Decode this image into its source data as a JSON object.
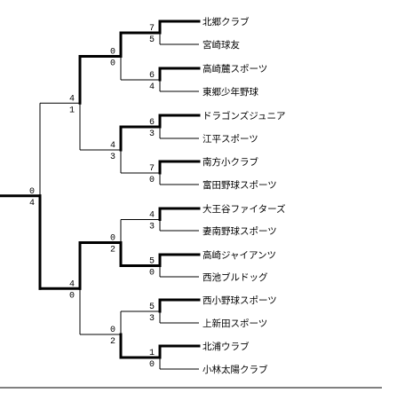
{
  "teams": [
    "北郷クラブ",
    "宮崎球友",
    "高崎麓スポーツ",
    "東郷少年野球",
    "ドラゴンズジュニア",
    "江平スポーツ",
    "南方小クラブ",
    "富田野球スポーツ",
    "大王谷ファイターズ",
    "妻南野球スポーツ",
    "高崎ジャイアンツ",
    "西池ブルドッグ",
    "西小野球スポーツ",
    "上新田スポーツ",
    "北浦ウラブ",
    "小林太陽クラブ"
  ],
  "scores": {
    "r1": [
      [
        "7",
        "5"
      ],
      [
        "6",
        "4"
      ],
      [
        "6",
        "3"
      ],
      [
        "7",
        "0"
      ],
      [
        "4",
        "3"
      ],
      [
        "5",
        "0"
      ],
      [
        "5",
        "3"
      ],
      [
        "1",
        "0"
      ]
    ],
    "r2": [
      [
        "0",
        "0"
      ],
      [
        "4",
        "3"
      ],
      [
        "0",
        "2"
      ],
      [
        "0",
        "2"
      ]
    ],
    "r3": [
      [
        "4",
        "1"
      ],
      [
        "4",
        "0"
      ]
    ],
    "final": [
      "0",
      "4"
    ]
  }
}
